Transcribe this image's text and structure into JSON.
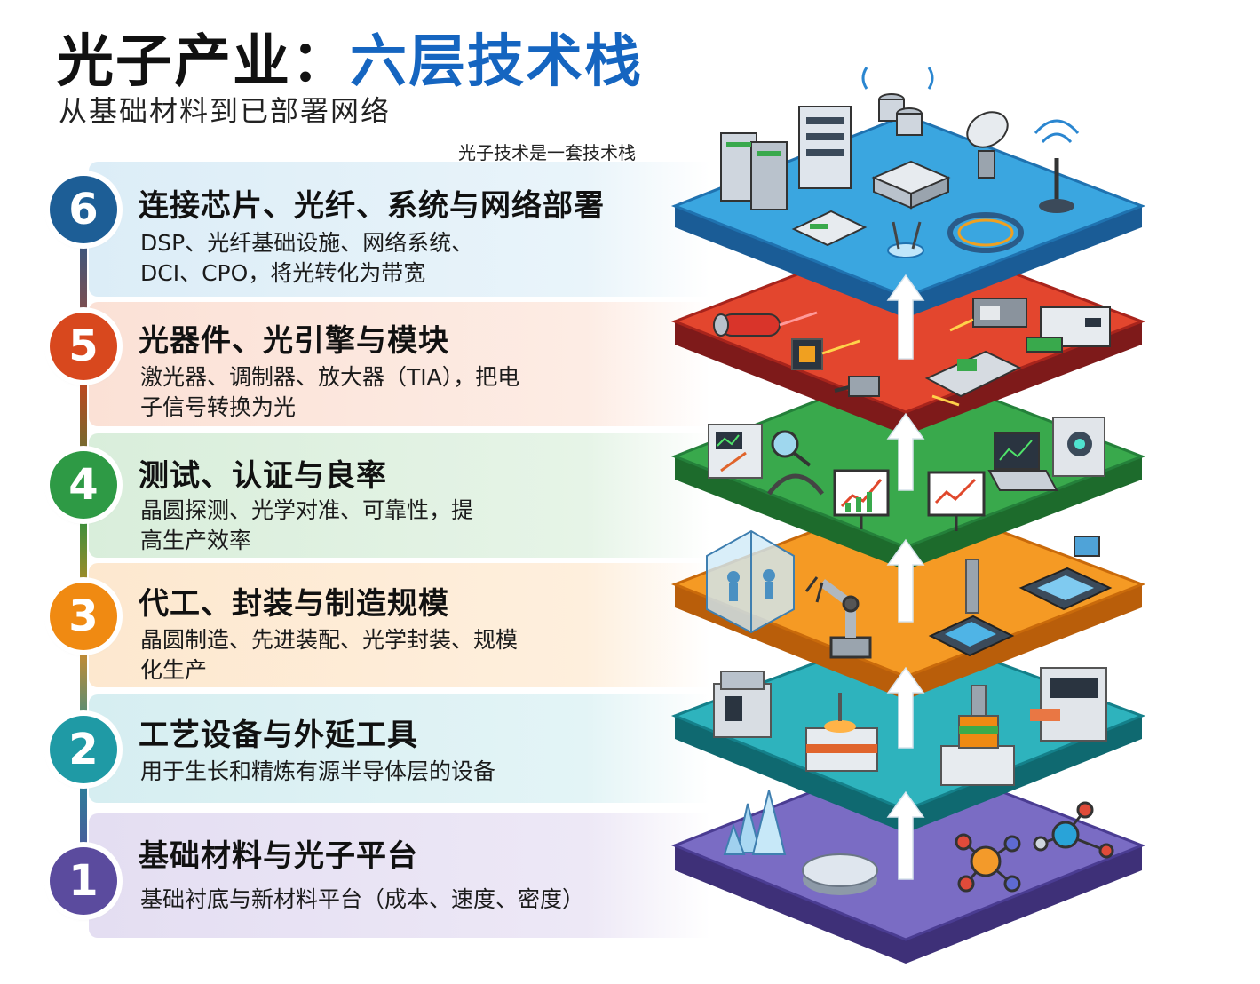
{
  "header": {
    "title_main": "光子产业：",
    "title_accent": "六层技术栈",
    "subtitle": "从基础材料到已部署网络",
    "tagline": "光子技术是一套技术栈"
  },
  "colors": {
    "title_accent": "#1565c0",
    "layer6": "#1d5e96",
    "layer5": "#d8481e",
    "layer4": "#2e9a45",
    "layer3": "#f08a12",
    "layer2": "#1f9aa5",
    "layer1": "#5b4b9e"
  },
  "layers": [
    {
      "number": "6",
      "title": "连接芯片、光纤、系统与网络部署",
      "desc": "DSP、光纤基础设施、网络系统、DCI、CPO，将光转化为带宽"
    },
    {
      "number": "5",
      "title": "光器件、光引擎与模块",
      "desc": "激光器、调制器、放大器（TIA），把电子信号转换为光"
    },
    {
      "number": "4",
      "title": "测试、认证与良率",
      "desc": "晶圆探测、光学对准、可靠性，提高生产效率"
    },
    {
      "number": "3",
      "title": "代工、封装与制造规模",
      "desc": "晶圆制造、先进装配、光学封装、规模化生产"
    },
    {
      "number": "2",
      "title": "工艺设备与外延工具",
      "desc": "用于生长和精炼有源半导体层的设备"
    },
    {
      "number": "1",
      "title": "基础材料与光子平台",
      "desc": "基础衬底与新材料平台（成本、速度、密度）"
    }
  ]
}
